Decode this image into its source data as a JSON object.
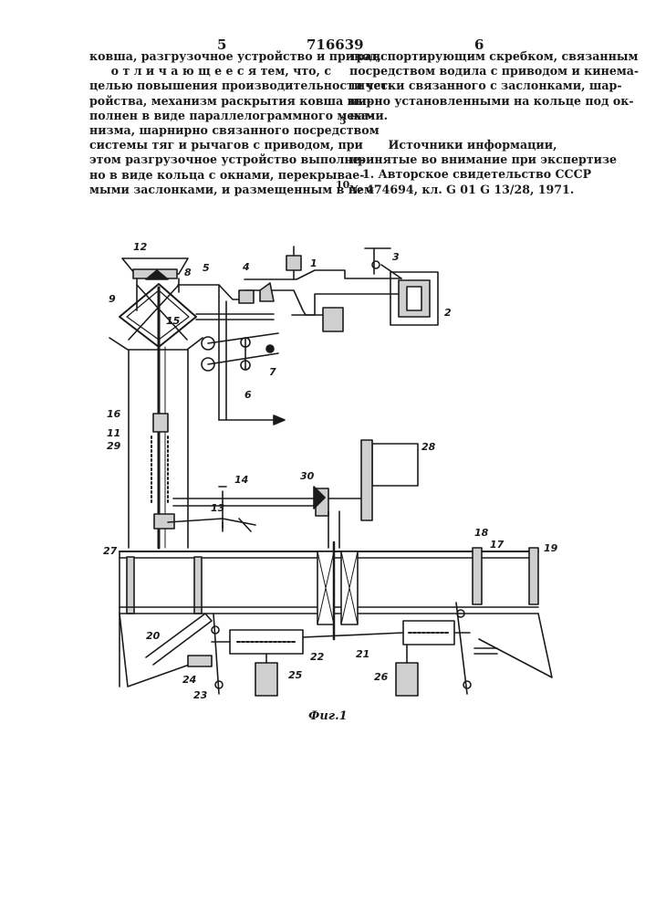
{
  "header": {
    "page_left": "5",
    "patent_number": "716639",
    "page_right": "6"
  },
  "left_column": [
    "ковша, разгрузочное устройство и привод,",
    "о т л и ч а ю щ е е с я  тем, что, с",
    "целью повышения производительности уст-",
    "ройства, механизм раскрытия ковша вы-",
    "полнен в виде параллелограммного меха-",
    "низма, шарнирно связанного посредством",
    "системы тяг и рычагов с приводом, при",
    "этом разгрузочное устройство выполне-",
    "но в виде кольца с окнами, перекрывае-",
    "мыми заслонками, и размещенным в нем"
  ],
  "right_column": [
    "транспортирующим скребком, связанным",
    "посредством водила с приводом и кинема-",
    "тически связанного с заслонками, шар-",
    "нирно установленными на кольце под ок-",
    "нами."
  ],
  "sources": {
    "heading_line1": "Источники информации,",
    "heading_line2": "принятые во внимание при экспертизе",
    "ref_line1": "1. Авторское свидетельство СССР",
    "ref_line2": "№ 474694, кл. G 01 G 13/28, 1971."
  },
  "line_numbers": [
    "5",
    "10"
  ],
  "figure": {
    "caption": "Фиг.1",
    "labels": [
      "1",
      "2",
      "3",
      "4",
      "5",
      "6",
      "7",
      "8",
      "9",
      "11",
      "12",
      "13",
      "14",
      "15",
      "16",
      "17",
      "18",
      "19",
      "20",
      "21",
      "22",
      "23",
      "24",
      "25",
      "26",
      "27",
      "28",
      "29",
      "30"
    ]
  }
}
